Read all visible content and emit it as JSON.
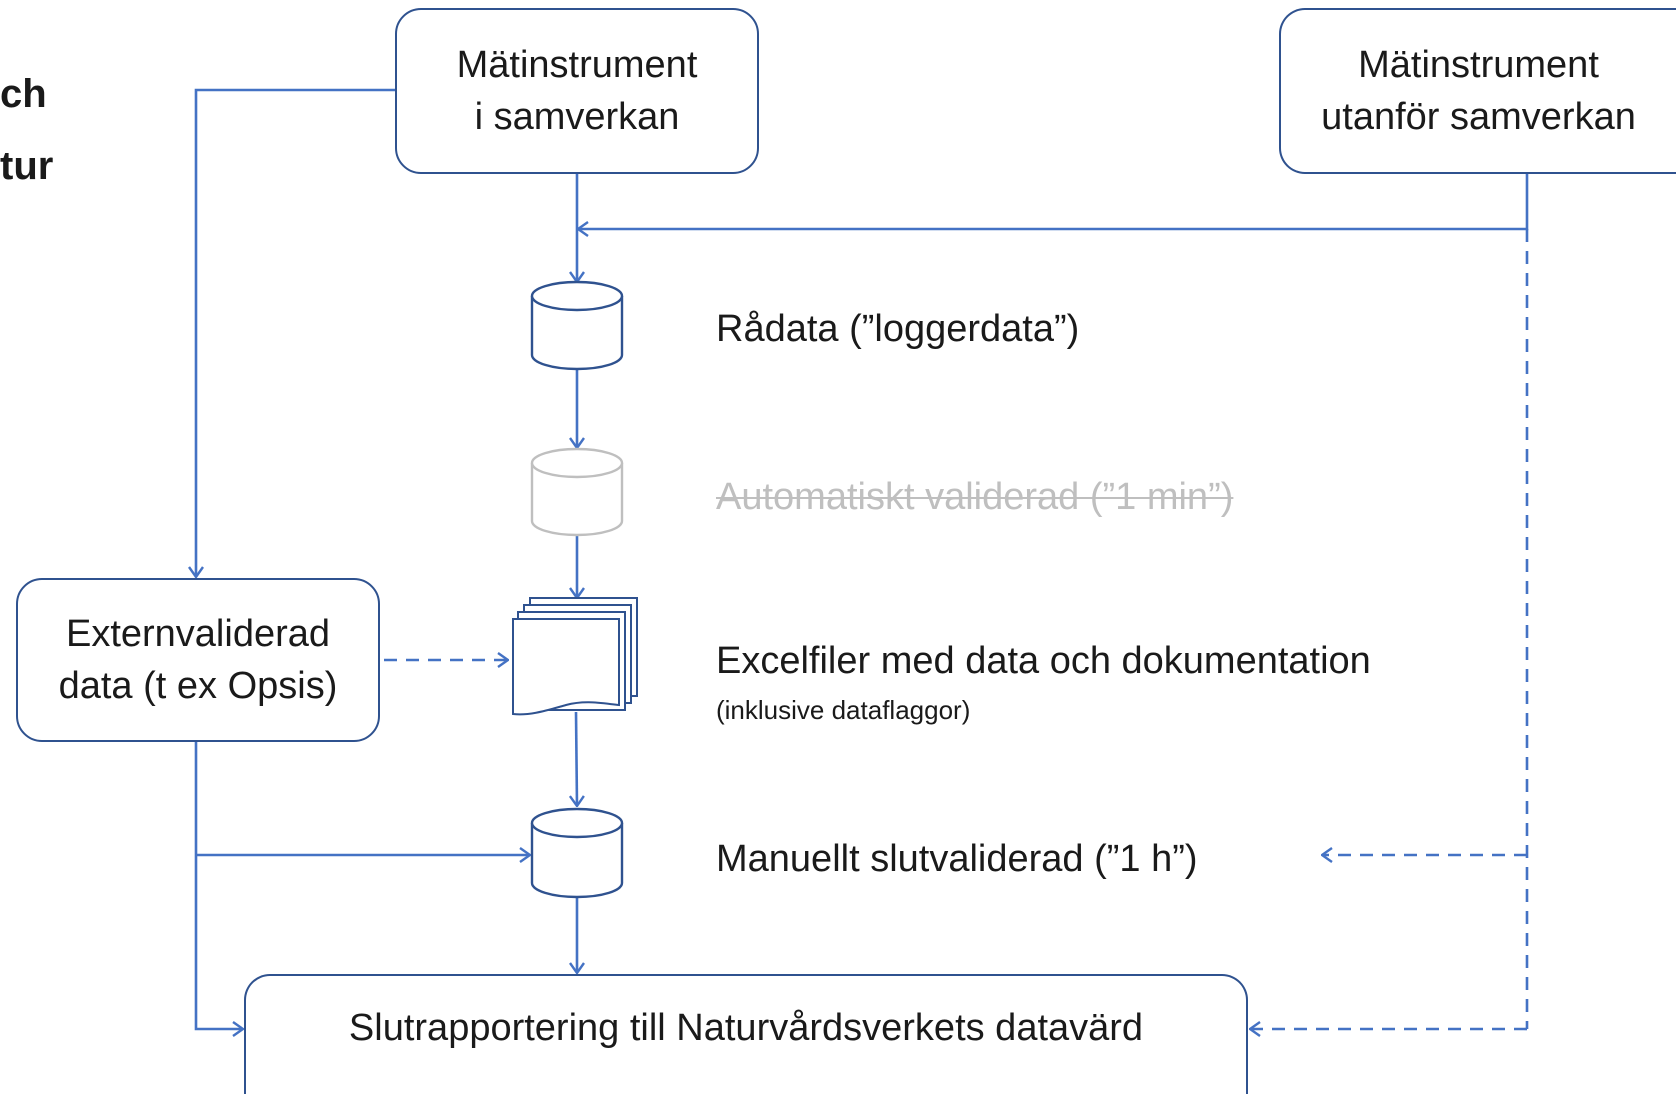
{
  "title": {
    "line1": "ch",
    "line2": "tur"
  },
  "boxes": {
    "instr_in": {
      "line1": "Mätinstrument",
      "line2": "i samverkan"
    },
    "instr_out": {
      "line1": "Mätinstrument",
      "line2": "utanför samverkan"
    },
    "external": {
      "line1": "Externvaliderad",
      "line2": "data (t ex Opsis)"
    },
    "final": "Slutrapportering till Naturvårdsverkets datavärd"
  },
  "stages": {
    "raw": "Rådata (”loggerdata”)",
    "auto": "Automatiskt validerad (”1 min”)",
    "excel": "Excelfiler med data och dokumentation",
    "excel_sub": "(inklusive dataflaggor)",
    "manual": "Manuellt slutvaliderad (”1 h”)"
  },
  "colors": {
    "line": "#4472c4",
    "box_border": "#2f528f",
    "db_active": "#2f528f",
    "db_inactive": "#bfbfbf",
    "text_inactive": "#bfbfbf"
  },
  "icons": {
    "database": "database-cylinder-icon",
    "document": "multi-document-icon"
  }
}
